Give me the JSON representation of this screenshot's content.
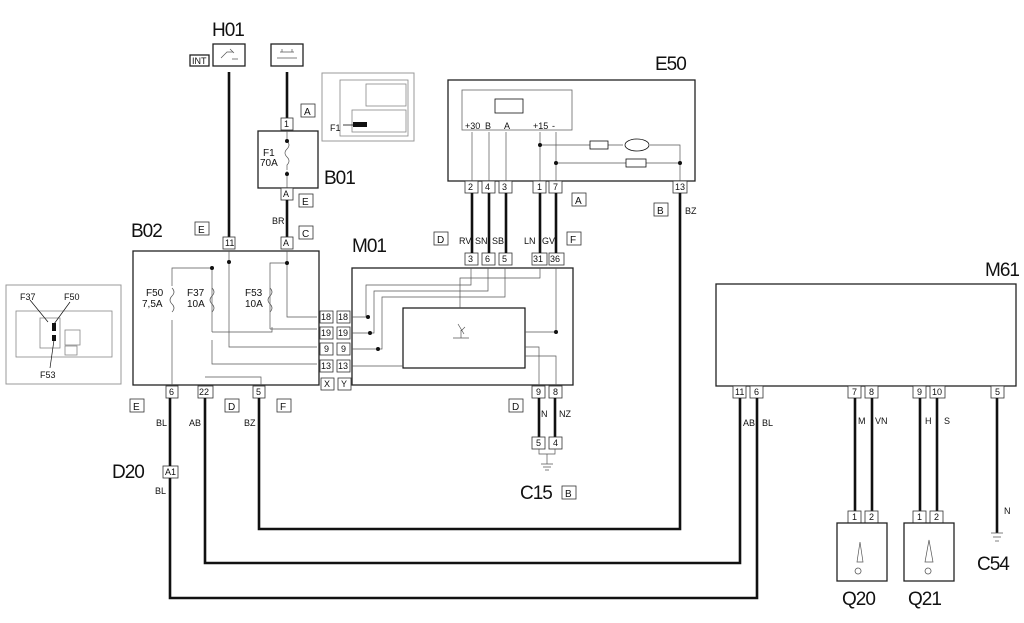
{
  "components": {
    "h01": "H01",
    "b01": "B01",
    "b02": "B02",
    "m01": "M01",
    "e50": "E50",
    "m61": "M61",
    "d20": "D20",
    "c15": "C15",
    "q20": "Q20",
    "q21": "Q21",
    "c54": "C54"
  },
  "labels": {
    "int": "INT",
    "inset_f1": "F1",
    "inset_f37": "F37",
    "inset_f50": "F50",
    "inset_f53": "F53"
  },
  "connectors": {
    "a": "A",
    "b": "B",
    "c": "C",
    "d": "D",
    "e": "E",
    "f": "F",
    "x": "X",
    "y": "Y"
  },
  "wires": {
    "br": "BR",
    "bl": "BL",
    "ab": "AB",
    "bz": "BZ",
    "rv": "RV",
    "sn": "SN",
    "sb": "SB",
    "ln": "LN",
    "gv": "GV",
    "n": "N",
    "nz": "NZ",
    "m": "M",
    "vn": "VN",
    "h": "H",
    "s": "S"
  },
  "b01": {
    "pin_top": "1",
    "pin_bottom": "A",
    "fuse_name": "F1",
    "fuse_rating": "70A"
  },
  "b02": {
    "pin_11": "11",
    "pin_a": "A",
    "f50_name": "F50",
    "f50_rating": "7,5A",
    "f37_name": "F37",
    "f37_rating": "10A",
    "f53_name": "F53",
    "f53_rating": "10A",
    "pin_18": "18",
    "pin_19": "19",
    "pin_9": "9",
    "pin_13": "13",
    "pin_6": "6",
    "pin_22": "22",
    "pin_5": "5"
  },
  "d20": {
    "pin": "A1"
  },
  "m01": {
    "pin_3": "3",
    "pin_6": "6",
    "pin_5": "5",
    "pin_31": "31",
    "pin_36": "36",
    "pin_18": "18",
    "pin_19": "19",
    "pin_9": "9",
    "pin_13": "13",
    "pin_b9": "9",
    "pin_b8": "8"
  },
  "c15": {
    "pin_5": "5",
    "pin_4": "4"
  },
  "e50": {
    "term_30": "+30",
    "term_b": "B",
    "term_a": "A",
    "term_15": "+15",
    "term_minus": "-",
    "pin_2": "2",
    "pin_4": "4",
    "pin_3": "3",
    "pin_1": "1",
    "pin_7": "7",
    "pin_13": "13"
  },
  "m61": {
    "pin_11": "11",
    "pin_6": "6",
    "pin_7": "7",
    "pin_8": "8",
    "pin_9": "9",
    "pin_10": "10",
    "pin_5": "5"
  },
  "q20": {
    "pin_1": "1",
    "pin_2": "2"
  },
  "q21": {
    "pin_1": "1",
    "pin_2": "2"
  }
}
